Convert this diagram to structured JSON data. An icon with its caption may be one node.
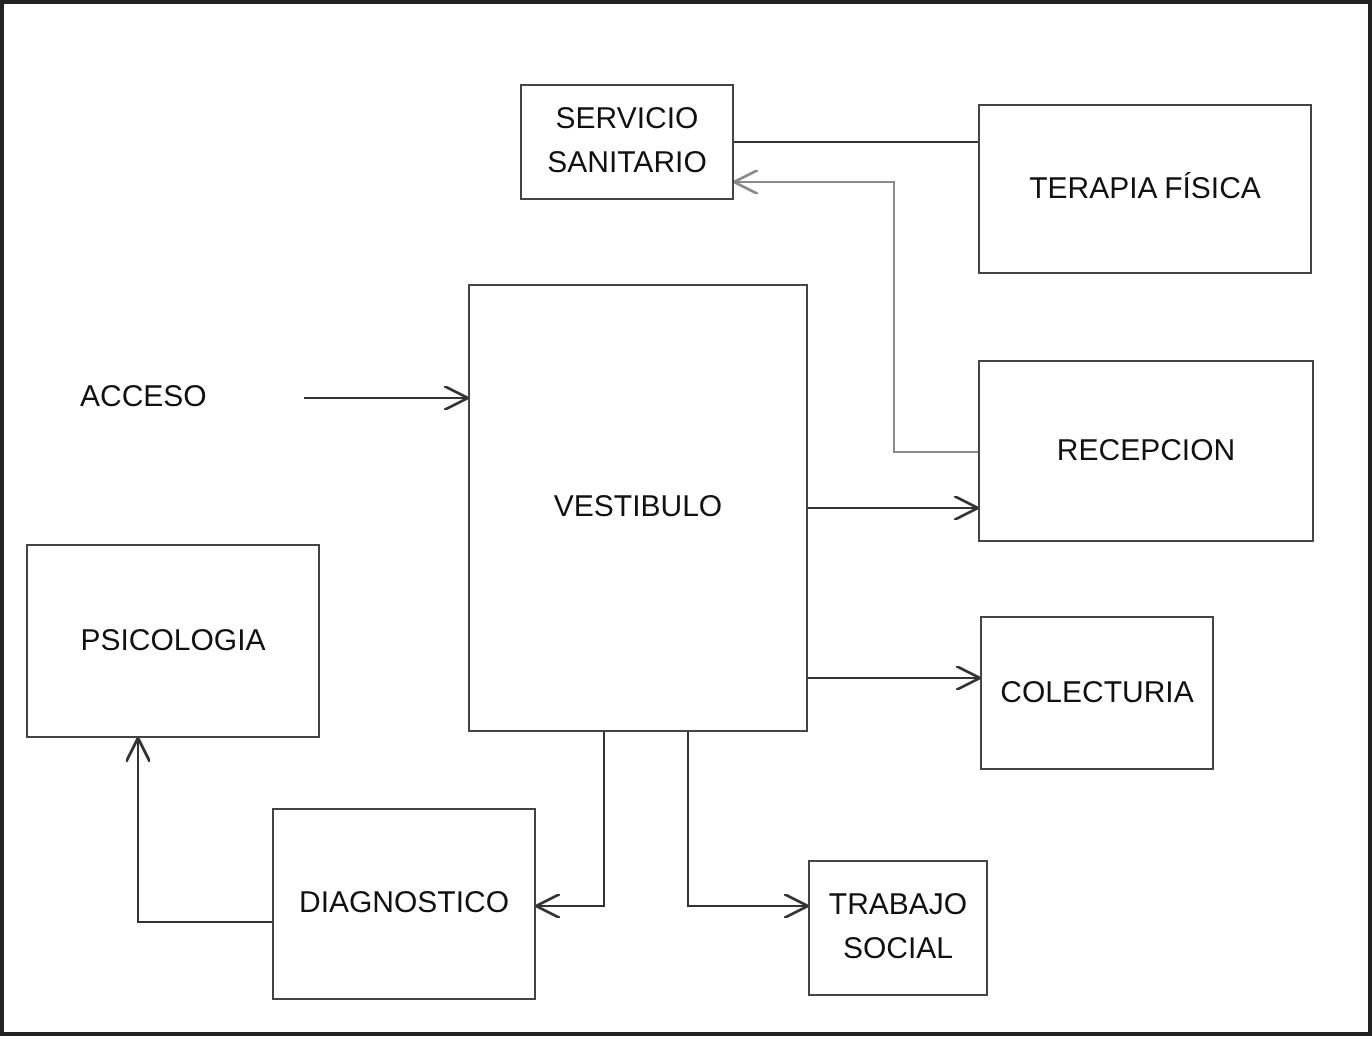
{
  "diagram": {
    "nodes": [
      {
        "text": [
          "SERVICIO SANITARIO"
        ]
      },
      {
        "text": [
          "TERAPIA FÍSICA"
        ]
      },
      {
        "text": [
          "ACCESO"
        ]
      },
      {
        "text": [
          "VESTIBULO"
        ]
      },
      {
        "text": [
          "RECEPCION"
        ]
      },
      {
        "text": [
          "COLECTURIA"
        ]
      },
      {
        "text": [
          "PSICOLOGIA"
        ]
      },
      {
        "text": [
          "DIAGNOSTICO"
        ]
      },
      {
        "text": [
          "TRABAJO SOCIAL"
        ]
      }
    ],
    "edges": [
      {
        "from": 0,
        "to": 1,
        "arrow": "none"
      },
      {
        "from": 4,
        "to": 0,
        "arrow": "to",
        "color": "#8a8a8a"
      },
      {
        "from": 2,
        "to": 3,
        "arrow": "to"
      },
      {
        "from": 3,
        "to": 4,
        "arrow": "to"
      },
      {
        "from": 3,
        "to": 5,
        "arrow": "to"
      },
      {
        "from": 3,
        "to": 7,
        "arrow": "to"
      },
      {
        "from": 3,
        "to": 8,
        "arrow": "to"
      },
      {
        "from": 7,
        "to": 6,
        "arrow": "to"
      }
    ]
  }
}
